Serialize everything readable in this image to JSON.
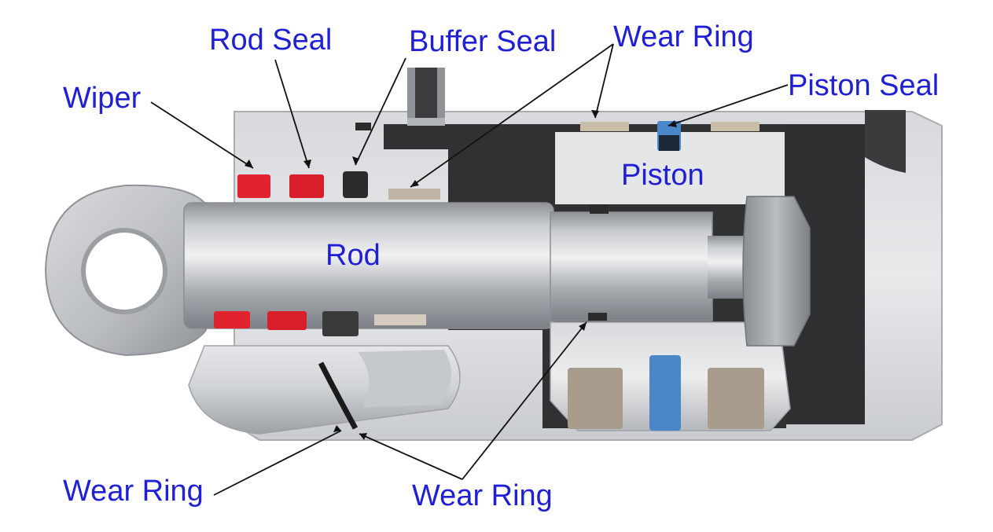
{
  "labels": {
    "wiper": "Wiper",
    "rod_seal": "Rod Seal",
    "buffer_seal": "Buffer Seal",
    "wear_ring_top": "Wear Ring",
    "piston_seal": "Piston Seal",
    "piston": "Piston",
    "rod": "Rod",
    "wear_ring_bottom_left": "Wear Ring",
    "wear_ring_bottom_center": "Wear Ring"
  },
  "colors": {
    "label_text": "#1f1fd6",
    "leader_line": "#111111",
    "wiper_seal": "#e0232e",
    "rod_seal": "#d81e2b",
    "buffer_seal": "#2b2b2b",
    "wear_ring": "#bfb3a3",
    "piston_seal": "#4a86c8",
    "steel": "#c4c7cb",
    "dark_cavity": "#2e2f31"
  }
}
